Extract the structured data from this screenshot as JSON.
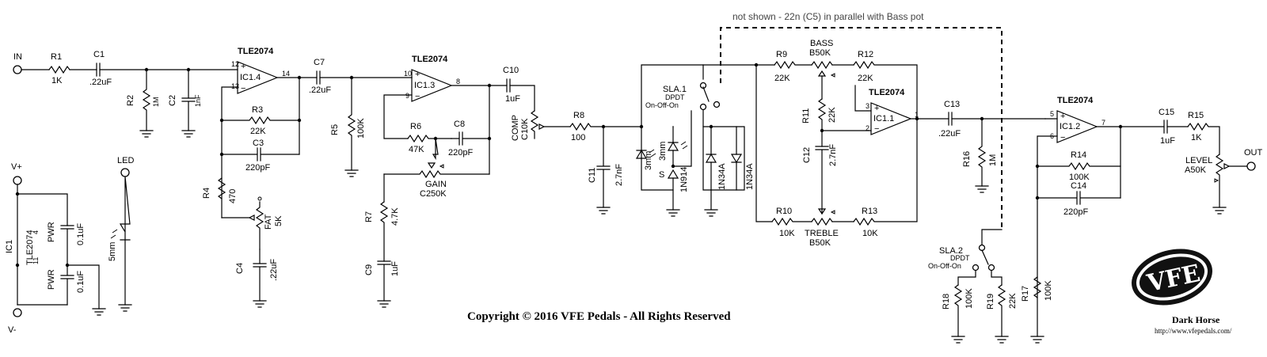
{
  "note": "not shown - 22n (C5) in parallel with Bass pot",
  "copyright": "Copyright © 2016 VFE Pedals - All Rights Reserved",
  "logo_text": "VFE",
  "project_name": "Dark Horse",
  "url": "http://www.vfepedals.com/",
  "jacks": {
    "in": "IN",
    "out": "OUT",
    "vplus": "V+",
    "vminus": "V-",
    "led": "LED"
  },
  "opamps": {
    "ic14": {
      "name": "IC1.4",
      "part": "TLE2074",
      "pin_p": "12",
      "pin_n": "13",
      "pin_out": "14"
    },
    "ic13": {
      "name": "IC1.3",
      "part": "TLE2074",
      "pin_p": "10",
      "pin_n": "9",
      "pin_out": "8"
    },
    "ic11": {
      "name": "IC1.1",
      "part": "TLE2074",
      "pin_p": "3",
      "pin_n": "2",
      "pin_out": "1"
    },
    "ic12": {
      "name": "IC1.2",
      "part": "TLE2074",
      "pin_p": "5",
      "pin_n": "6",
      "pin_out": "7"
    }
  },
  "power": {
    "ic_ref": "IC1",
    "ic_part": "TLE2074",
    "pin4": "4",
    "pin11": "11",
    "pwr": "PWR",
    "cap": "0.1uF",
    "led_size": "5mm"
  },
  "components": {
    "r1": {
      "ref": "R1",
      "val": "1K"
    },
    "c1": {
      "ref": "C1",
      "val": ".22uF"
    },
    "r2": {
      "ref": "R2",
      "val": "1M"
    },
    "c2": {
      "ref": "C2",
      "val": "1nF"
    },
    "r3": {
      "ref": "R3",
      "val": "22K"
    },
    "c3": {
      "ref": "C3",
      "val": "220pF"
    },
    "r4": {
      "ref": "R4",
      "val": "470"
    },
    "fat": {
      "name": "FAT",
      "val": "5K"
    },
    "c4": {
      "ref": "C4",
      "val": ".22uF"
    },
    "c7": {
      "ref": "C7",
      "val": ".22uF"
    },
    "r5": {
      "ref": "R5",
      "val": "100K"
    },
    "r6": {
      "ref": "R6",
      "val": "47K"
    },
    "c8": {
      "ref": "C8",
      "val": "220pF"
    },
    "gain": {
      "name": "GAIN",
      "val": "C250K"
    },
    "r7": {
      "ref": "R7",
      "val": "4.7K"
    },
    "c9": {
      "ref": "C9",
      "val": "1uF"
    },
    "c10": {
      "ref": "C10",
      "val": "1uF"
    },
    "comp": {
      "name": "COMP",
      "val": "C10K"
    },
    "r8": {
      "ref": "R8",
      "val": "100"
    },
    "c11": {
      "ref": "C11",
      "val": "2.7nF"
    },
    "led3a": {
      "val": "3mm"
    },
    "led3b": {
      "val": "3mm"
    },
    "d1n914": {
      "ref": "S",
      "val": "1N914"
    },
    "sla1": {
      "ref": "SLA.1",
      "type": "DPDT",
      "mode": "On-Off-On"
    },
    "d1n34a": {
      "val": "1N34A"
    },
    "d1n34b": {
      "val": "1N34A"
    },
    "r9": {
      "ref": "R9",
      "val": "22K"
    },
    "bass": {
      "name": "BASS",
      "val": "B50K"
    },
    "r12": {
      "ref": "R12",
      "val": "22K"
    },
    "r11": {
      "ref": "R11",
      "val": "22K"
    },
    "c12": {
      "ref": "C12",
      "val": "2.7nF"
    },
    "r10": {
      "ref": "R10",
      "val": "10K"
    },
    "treble": {
      "name": "TREBLE",
      "val": "B50K"
    },
    "r13": {
      "ref": "R13",
      "val": "10K"
    },
    "c13": {
      "ref": "C13",
      "val": ".22uF"
    },
    "r16": {
      "ref": "R16",
      "val": "1M"
    },
    "sla2": {
      "ref": "SLA.2",
      "type": "DPDT",
      "mode": "On-Off-On"
    },
    "r18": {
      "ref": "R18",
      "val": "100K"
    },
    "r19": {
      "ref": "R19",
      "val": "22K"
    },
    "r17": {
      "ref": "R17",
      "val": "100K"
    },
    "r14": {
      "ref": "R14",
      "val": "100K"
    },
    "c14": {
      "ref": "C14",
      "val": "220pF"
    },
    "c15": {
      "ref": "C15",
      "val": "1uF"
    },
    "r15": {
      "ref": "R15",
      "val": "1K"
    },
    "level": {
      "name": "LEVEL",
      "val": "A50K"
    }
  }
}
